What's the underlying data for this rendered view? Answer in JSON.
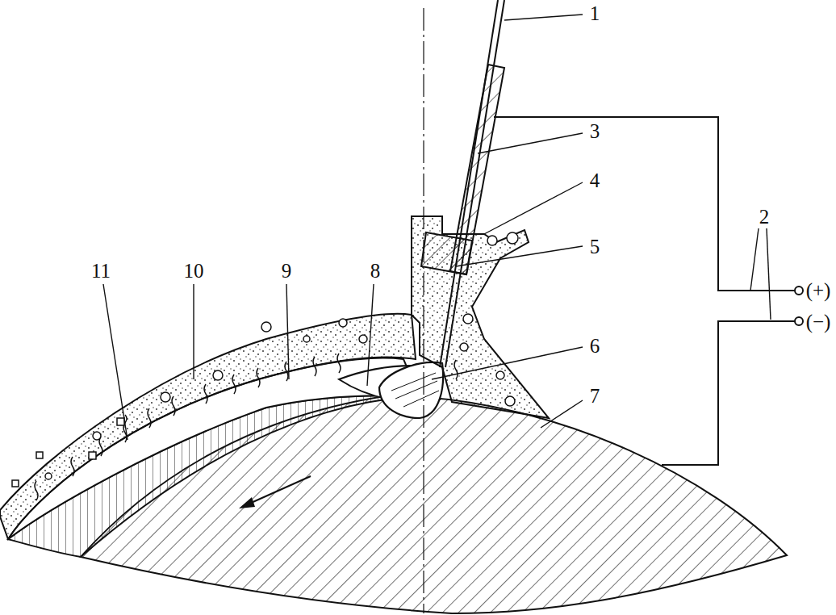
{
  "diagram": {
    "labels": [
      "1",
      "3",
      "4",
      "5",
      "2",
      "(+)",
      "(−)",
      "6",
      "7",
      "8",
      "9",
      "10",
      "11"
    ]
  }
}
